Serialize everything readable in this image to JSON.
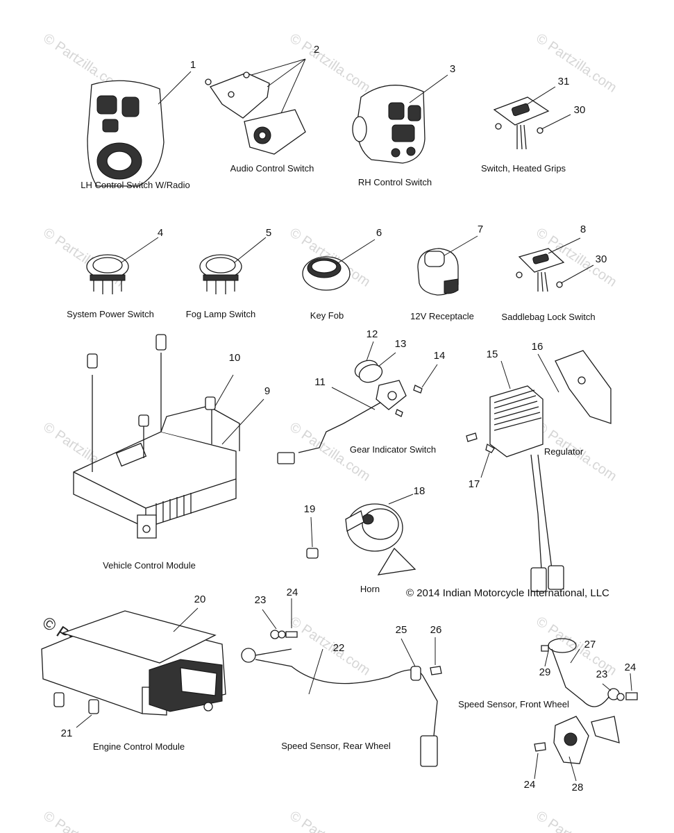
{
  "copyright": "© 2014 Indian Motorcycle International, LLC",
  "watermark": "© Partzilla.com",
  "parts": [
    {
      "id": "lh-control-switch",
      "label": "LH Control Switch W/Radio",
      "numbers": [
        "1"
      ]
    },
    {
      "id": "audio-control-switch",
      "label": "Audio Control Switch",
      "numbers": [
        "2"
      ]
    },
    {
      "id": "rh-control-switch",
      "label": "RH Control Switch",
      "numbers": [
        "3"
      ]
    },
    {
      "id": "heated-grips-switch",
      "label": "Switch, Heated Grips",
      "numbers": [
        "31",
        "30"
      ]
    },
    {
      "id": "system-power-switch",
      "label": "System Power Switch",
      "numbers": [
        "4"
      ]
    },
    {
      "id": "fog-lamp-switch",
      "label": "Fog Lamp Switch",
      "numbers": [
        "5"
      ]
    },
    {
      "id": "key-fob",
      "label": "Key Fob",
      "numbers": [
        "6"
      ]
    },
    {
      "id": "12v-receptacle",
      "label": "12V Receptacle",
      "numbers": [
        "7"
      ]
    },
    {
      "id": "saddlebag-lock-switch",
      "label": "Saddlebag Lock Switch",
      "numbers": [
        "8",
        "30"
      ]
    },
    {
      "id": "vehicle-control-module",
      "label": "Vehicle Control Module",
      "numbers": [
        "9",
        "10"
      ]
    },
    {
      "id": "gear-indicator-switch",
      "label": "Gear Indicator Switch",
      "numbers": [
        "11",
        "12",
        "13",
        "14"
      ]
    },
    {
      "id": "regulator",
      "label": "Regulator",
      "numbers": [
        "15",
        "16",
        "17"
      ]
    },
    {
      "id": "horn",
      "label": "Horn",
      "numbers": [
        "18",
        "19"
      ]
    },
    {
      "id": "engine-control-module",
      "label": "Engine Control Module",
      "numbers": [
        "20",
        "21"
      ]
    },
    {
      "id": "speed-sensor-rear",
      "label": "Speed Sensor, Rear Wheel",
      "numbers": [
        "22",
        "23",
        "24",
        "25",
        "26"
      ]
    },
    {
      "id": "speed-sensor-front",
      "label": "Speed Sensor, Front Wheel",
      "numbers": [
        "27",
        "29",
        "23",
        "24",
        "24",
        "28"
      ]
    }
  ]
}
